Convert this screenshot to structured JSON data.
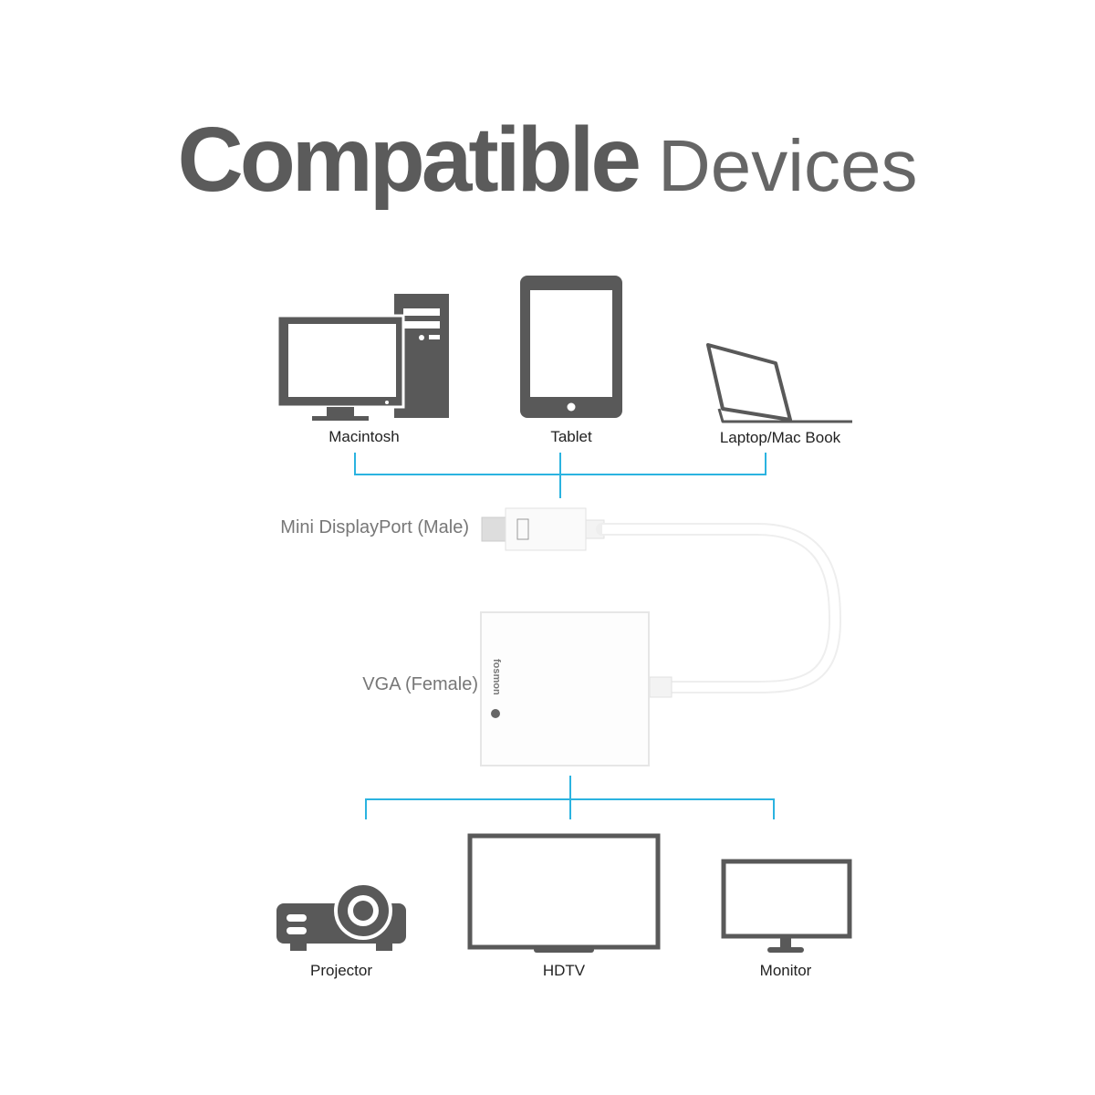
{
  "title": {
    "bold": "Compatible",
    "light": "Devices"
  },
  "source_devices": [
    {
      "label": "Macintosh",
      "icon": "desktop-computer-icon"
    },
    {
      "label": "Tablet",
      "icon": "tablet-icon"
    },
    {
      "label": "Laptop/Mac Book",
      "icon": "laptop-icon"
    }
  ],
  "adapter": {
    "input_label": "Mini DisplayPort (Male)",
    "output_label": "VGA (Female)",
    "brand": "fosmon"
  },
  "target_devices": [
    {
      "label": "Projector",
      "icon": "projector-icon"
    },
    {
      "label": "HDTV",
      "icon": "hdtv-icon"
    },
    {
      "label": "Monitor",
      "icon": "monitor-icon"
    }
  ],
  "colors": {
    "icon": "#595959",
    "connector_line": "#2bb3e0",
    "title": "#5b5b5b"
  }
}
